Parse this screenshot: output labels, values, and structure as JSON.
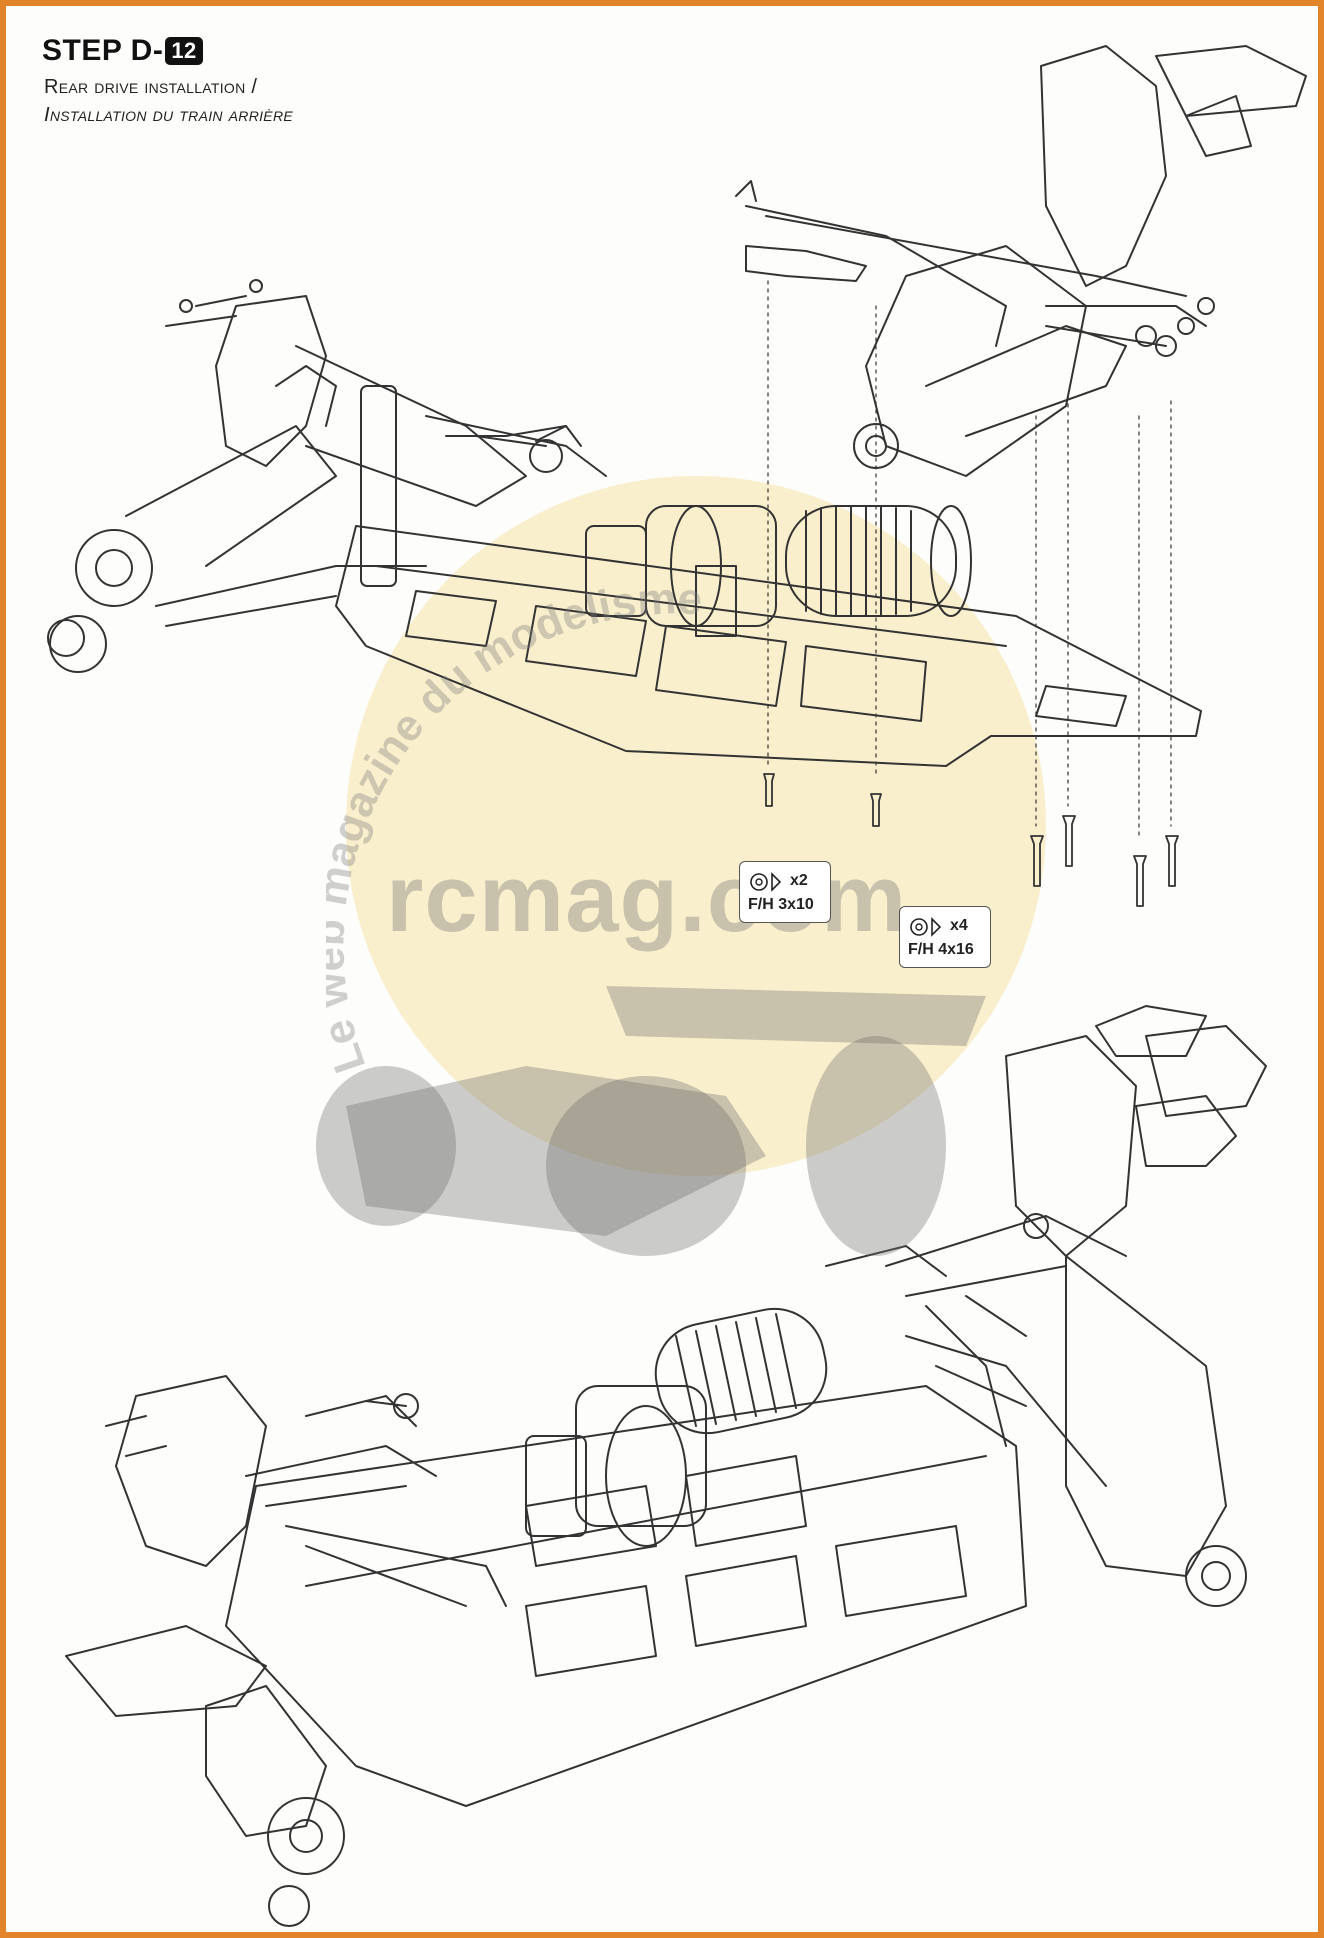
{
  "step": {
    "prefix": "STEP D-",
    "number": "12"
  },
  "subtitle_en": "Rear drive installation /",
  "subtitle_fr": "Installation du train arrière",
  "screws": [
    {
      "qty": "x2",
      "spec": "F/H 3x10"
    },
    {
      "qty": "x4",
      "spec": "F/H 4x16"
    }
  ],
  "watermark": {
    "domain": "rcmag.com",
    "tagline": "Le web magazine du modelisme"
  },
  "colors": {
    "frame": "#e2842a",
    "line": "#333333",
    "watermark_fill": "#f3d98c"
  }
}
